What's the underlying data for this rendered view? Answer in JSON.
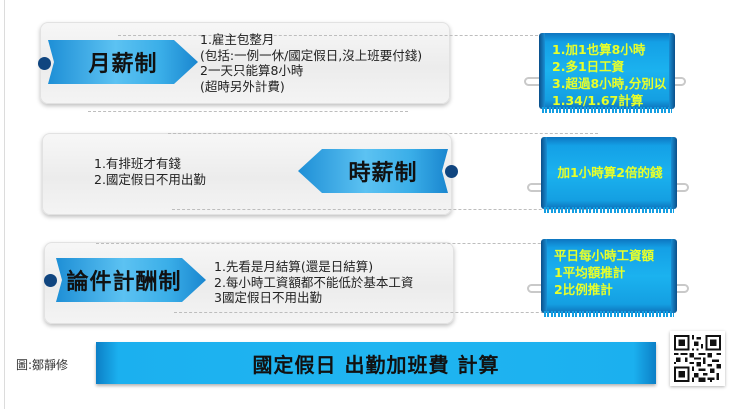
{
  "sections": [
    {
      "title": "月薪制",
      "details": [
        "1.雇主包整月",
        "(包括:一例一休/國定假日,沒上班要付錢)",
        "2一天只能算8小時",
        "(超時另外計費)"
      ],
      "note": [
        "1.加1也算8小時",
        "2.多1日工資",
        "3.超過8小時,分別以",
        "1.34/1.67計算"
      ]
    },
    {
      "title": "時薪制",
      "details": [
        "1.有排班才有錢",
        "2.國定假日不用出勤"
      ],
      "note": [
        "加1小時算2倍的錢"
      ]
    },
    {
      "title": "論件計酬制",
      "details": [
        "1.先看是月結算(還是日結算)",
        "2.每小時工資額都不能低於基本工資",
        "3國定假日不用出勤"
      ],
      "note": [
        "平日每小時工資額",
        "1平均額推計",
        "2比例推計"
      ]
    }
  ],
  "footer": {
    "credit": "圖:鄒靜修",
    "title": "國定假日 出勤加班費 計算"
  },
  "icons": {
    "qr": "qr-code-icon",
    "pin": "pin-dot-icon",
    "clip": "paperclip-icon"
  },
  "colors": {
    "tag_blue": "#3aaee8",
    "pin_navy": "#10457f",
    "note_text": "#e8ff2a",
    "banner_blue": "#1bb2ef"
  }
}
